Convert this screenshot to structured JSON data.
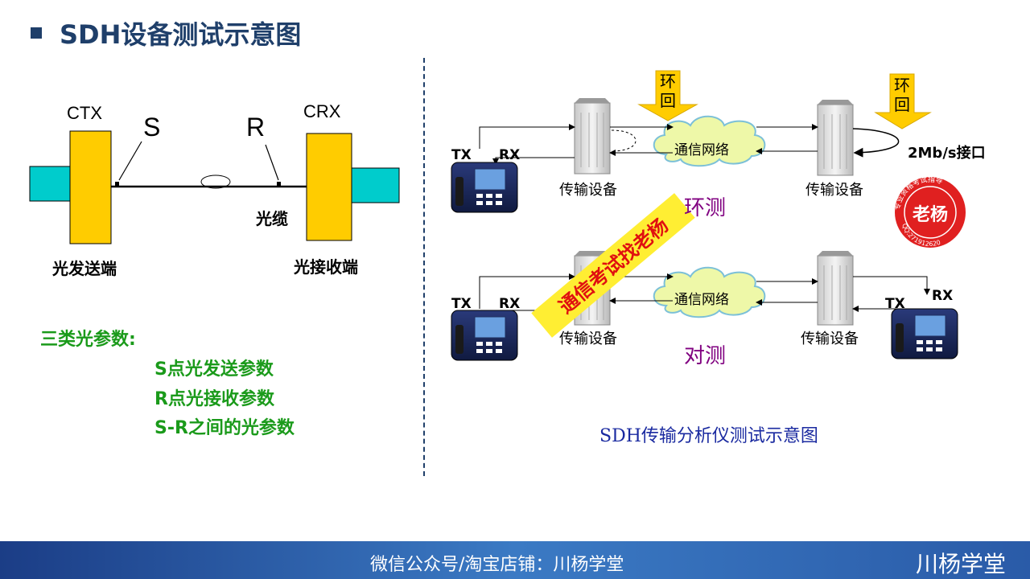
{
  "slide": {
    "title": "SDH设备测试示意图"
  },
  "left_diagram": {
    "ctx_label": "CTX",
    "crx_label": "CRX",
    "s_label": "S",
    "r_label": "R",
    "cable_label": "光缆",
    "tx_end_label": "光发送端",
    "rx_end_label": "光接收端"
  },
  "parameters": {
    "heading": "三类光参数:",
    "items": [
      "S点光发送参数",
      "R点光接收参数",
      "S-R之间的光参数"
    ]
  },
  "right_diagram": {
    "loop_label_left": "环回",
    "loop_label_right": "环回",
    "network_label": "通信网络",
    "transport_equipment": "传输设备",
    "interface_label": "2Mb/s接口",
    "tx": "TX",
    "rx": "RX",
    "loop_test": "环测",
    "pair_test": "对测",
    "caption": "SDH传输分析仪测试示意图",
    "watermark_banner": "通信考试找老杨",
    "stamp_center": "老杨",
    "stamp_ring": "专业资格考试指导 QQ:271912620"
  },
  "footer": {
    "text": "微信公众号/淘宝店铺：川杨学堂",
    "brand": "川杨学堂"
  },
  "colors": {
    "title": "#1f3f6a",
    "yellow_block": "#ffcc00",
    "cyan_block": "#00cccc",
    "green_text": "#1a9a1a",
    "purple_text": "#800080",
    "caption_blue": "#1a2aa0",
    "arrow_yellow": "#ffcc00",
    "cloud_fill": "#eef8a8",
    "stamp_red": "#e02020",
    "footer_blue": "#2a5ba8"
  }
}
